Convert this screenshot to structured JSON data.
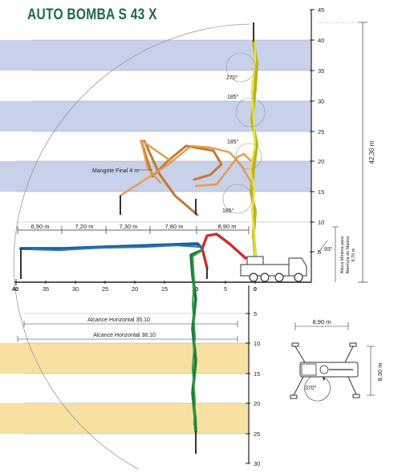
{
  "title": "AUTO BOMBA S 43 X",
  "colors": {
    "title": "#1f6b45",
    "band_blue": "#c9d0ea",
    "band_yellow": "#f7e0a0",
    "boom_yellow": "#e8e23a",
    "boom_orange": "#e89a48",
    "boom_blue": "#2a75b8",
    "boom_red": "#d62a2a",
    "boom_green": "#2e9a4a",
    "outline": "#333333"
  },
  "height_scale": [
    "45",
    "40",
    "35",
    "30",
    "25",
    "20",
    "15",
    "10",
    "5"
  ],
  "horizontal_scale": [
    "40",
    "35",
    "30",
    "25",
    "20",
    "15",
    "10",
    "5",
    "0"
  ],
  "depth_scale": [
    "5",
    "10",
    "15",
    "20",
    "25",
    "30"
  ],
  "section_lengths": [
    "6,90 m",
    "7,20 m",
    "7,30 m",
    "7,80 m",
    "8,90 m"
  ],
  "total_height": "42,30 m",
  "angles": {
    "top": "270°",
    "joint3": "185°",
    "joint2": "185°",
    "joint1": "185°",
    "mast": "93°",
    "rotation": "370°"
  },
  "labels": {
    "mangote": "Mangote Final 4 m",
    "alcance_1": "Alcance Horizontal 35,10",
    "alcance_2": "Alcance Horizontal 38,10",
    "altura_minima_1": "Altura Mínima para",
    "altura_minima_2": "Abertura do Mastro",
    "altura_minima_3": "6,70 m"
  },
  "outrigger": {
    "width": "8,90 m",
    "length": "8,30 m"
  }
}
